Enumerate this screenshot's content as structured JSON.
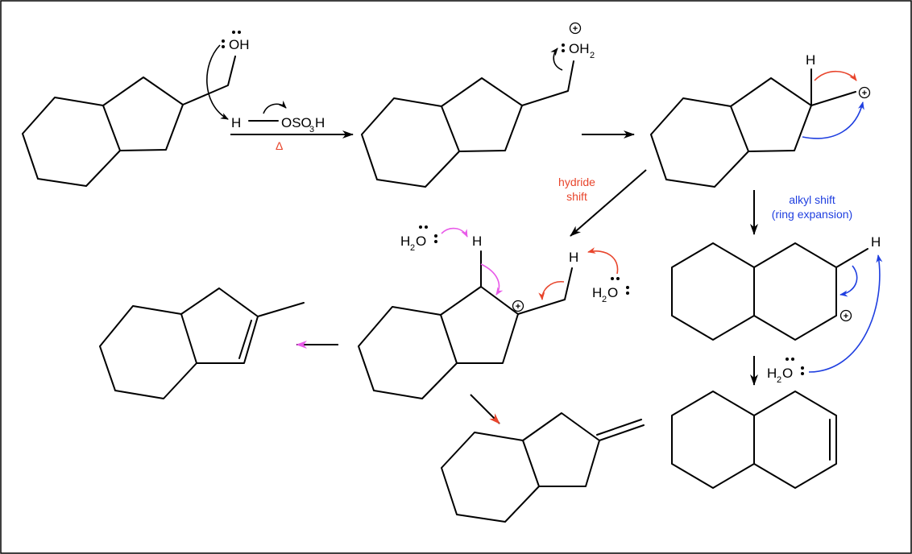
{
  "colors": {
    "black": "#000000",
    "red": "#e8452c",
    "blue": "#1f3fe0",
    "magenta": "#e85ae8"
  },
  "atoms": {
    "oh": "OH",
    "h": "H",
    "o_so3h_a": "OSO",
    "three": "3",
    "h_tail": "H",
    "two": "2",
    "ohplus_a": "OH",
    "h2o_a": "H",
    "h2o_b": "O"
  },
  "labels": {
    "delta": "Δ",
    "hydride_1": "hydride",
    "hydride_2": "shift",
    "alkyl_1": "alkyl shift",
    "alkyl_2": "(ring expansion)"
  },
  "charges": {
    "plus": "+"
  }
}
